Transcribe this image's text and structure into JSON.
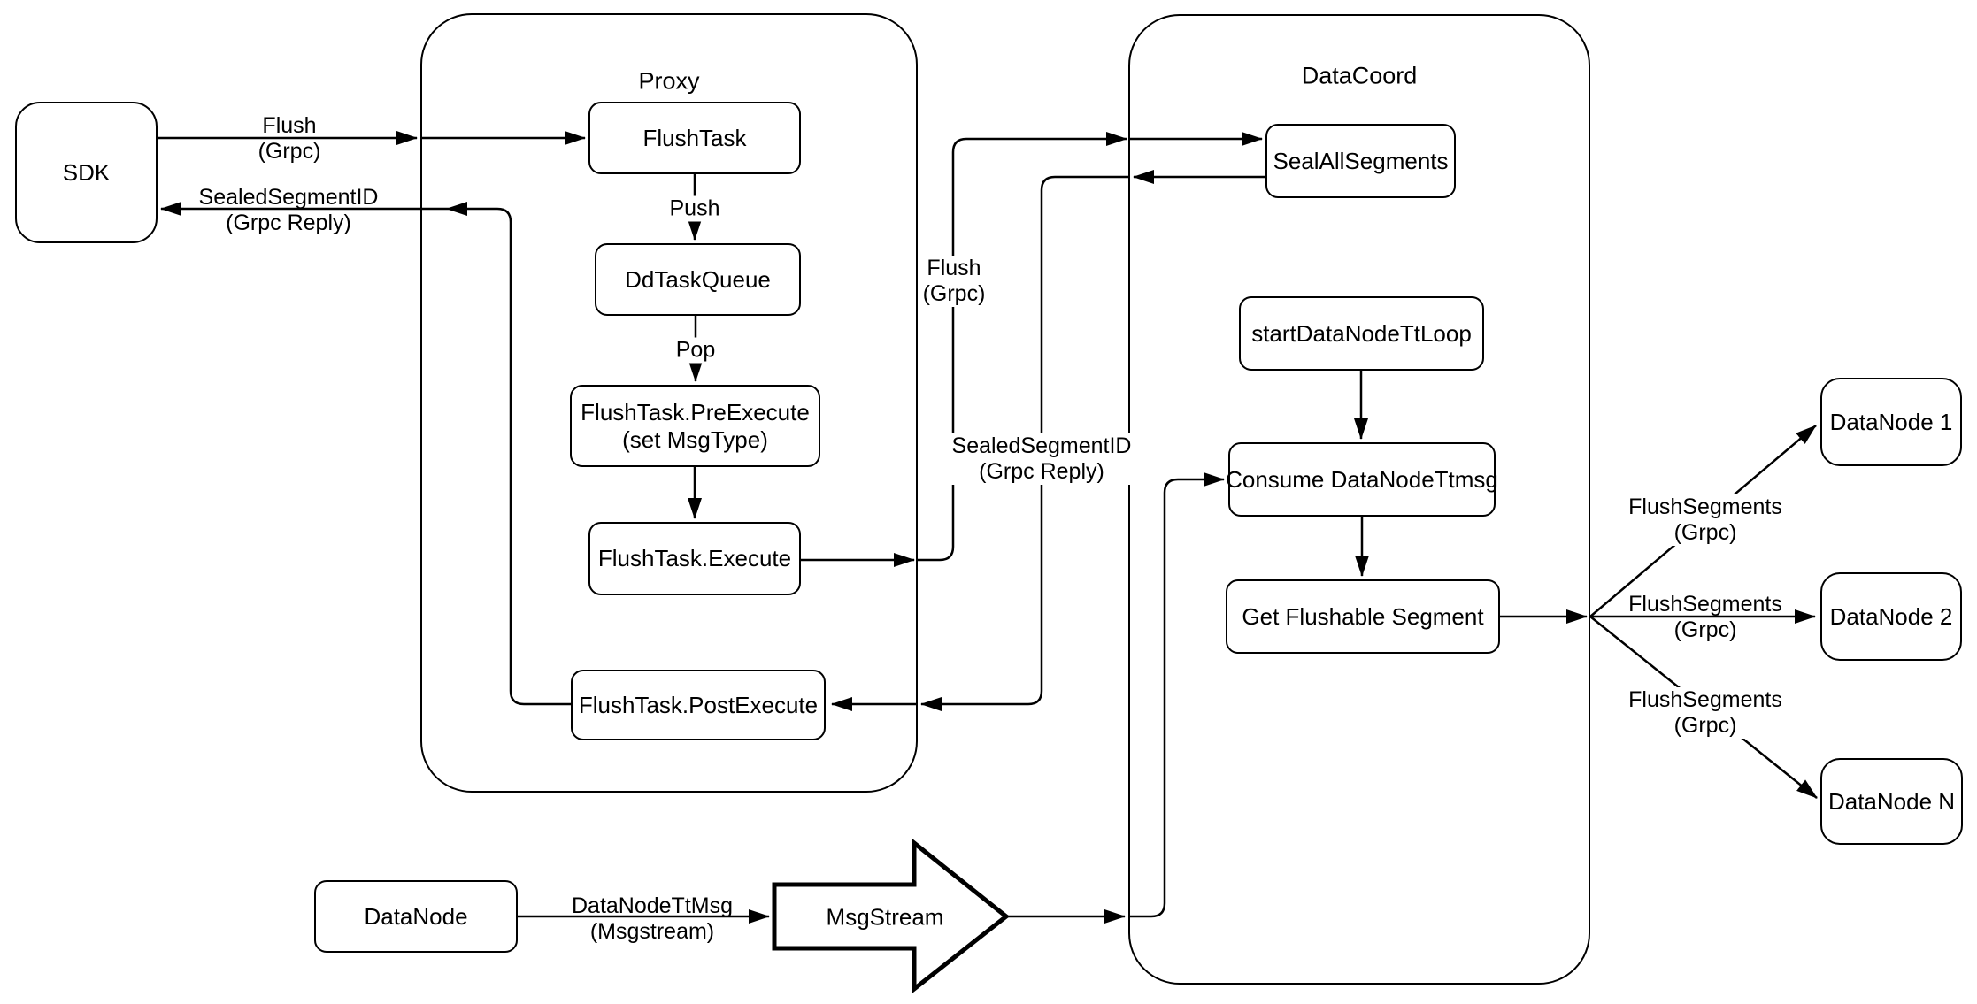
{
  "diagram": {
    "colors": {
      "stroke": "#000000",
      "fill": "#ffffff",
      "background": "#ffffff"
    },
    "containers": {
      "proxy": {
        "title": "Proxy"
      },
      "datacoord": {
        "title": "DataCoord"
      }
    },
    "nodes": {
      "sdk": {
        "label": "SDK"
      },
      "flush_task": {
        "label": "FlushTask"
      },
      "dd_task_queue": {
        "label": "DdTaskQueue"
      },
      "pre_execute": {
        "line1": "FlushTask.PreExecute",
        "line2": "(set MsgType)"
      },
      "execute": {
        "label": "FlushTask.Execute"
      },
      "post_execute": {
        "label": "FlushTask.PostExecute"
      },
      "seal_all_segments": {
        "label": "SealAllSegments"
      },
      "start_datanode_tt_loop": {
        "label": "startDataNodeTtLoop"
      },
      "consume_datanode_ttmsg": {
        "label": "Consume DataNodeTtmsg"
      },
      "get_flushable_segment": {
        "label": "Get Flushable Segment"
      },
      "datanode_1": {
        "label": "DataNode 1"
      },
      "datanode_2": {
        "label": "DataNode 2"
      },
      "datanode_n": {
        "label": "DataNode N"
      },
      "datanode": {
        "label": "DataNode"
      },
      "msgstream": {
        "label": "MsgStream"
      }
    },
    "edge_labels": {
      "flush_sdk": {
        "line1": "Flush",
        "line2": "(Grpc)"
      },
      "sealed_sdk": {
        "line1": "SealedSegmentID",
        "line2": "(Grpc Reply)"
      },
      "push": {
        "label": "Push"
      },
      "pop": {
        "label": "Pop"
      },
      "flush_proxy": {
        "line1": "Flush",
        "line2": "(Grpc)"
      },
      "sealed_proxy": {
        "line1": "SealedSegmentID",
        "line2": "(Grpc Reply)"
      },
      "flush_segments_1": {
        "line1": "FlushSegments",
        "line2": "(Grpc)"
      },
      "flush_segments_2": {
        "line1": "FlushSegments",
        "line2": "(Grpc)"
      },
      "flush_segments_n": {
        "line1": "FlushSegments",
        "line2": "(Grpc)"
      },
      "datanode_ttmsg": {
        "line1": "DataNodeTtMsg",
        "line2": "(Msgstream)"
      }
    }
  }
}
